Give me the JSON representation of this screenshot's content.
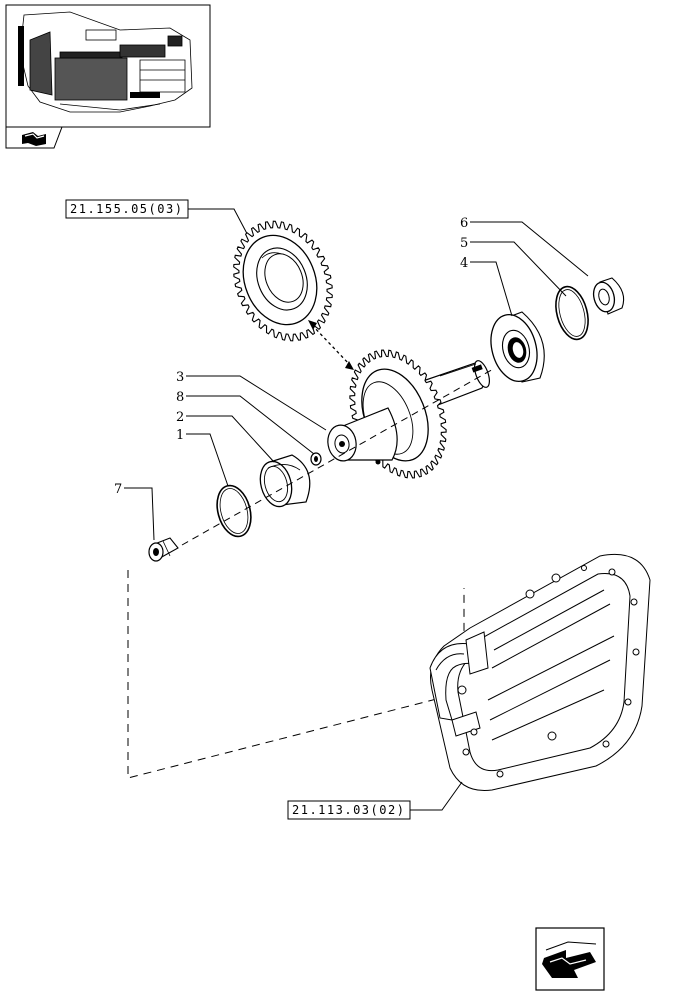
{
  "references": [
    {
      "id": "ref-top",
      "text": "21.155.05(03)"
    },
    {
      "id": "ref-bottom",
      "text": "21.113.03(02)"
    }
  ],
  "callouts": [
    "6",
    "5",
    "4",
    "3",
    "8",
    "2",
    "1",
    "7"
  ],
  "icons": {
    "thumbnail": "assembly-thumbnail",
    "nav_arrow_small": "book-arrow-icon",
    "nav_arrow_large": "next-page-arrow-icon"
  }
}
